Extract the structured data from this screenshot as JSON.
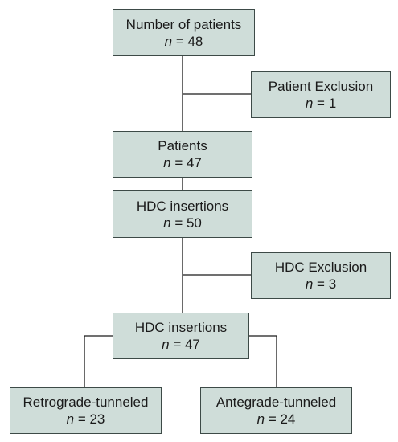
{
  "diagram": {
    "colors": {
      "box_fill": "#cfddd9",
      "box_border": "#3d4a47",
      "connector": "#1a1a1a",
      "text": "#1a1a1a"
    },
    "boxes": {
      "number_of_patients": {
        "label": "Number of patients",
        "n_symbol": "n",
        "count": "= 48"
      },
      "patient_exclusion": {
        "label": "Patient Exclusion",
        "n_symbol": "n",
        "count": "= 1"
      },
      "patients": {
        "label": "Patients",
        "n_symbol": "n",
        "count": "= 47"
      },
      "hdc_insertions_50": {
        "label": "HDC insertions",
        "n_symbol": "n",
        "count": "= 50"
      },
      "hdc_exclusion": {
        "label": "HDC Exclusion",
        "n_symbol": "n",
        "count": "= 3"
      },
      "hdc_insertions_47": {
        "label": "HDC insertions",
        "n_symbol": "n",
        "count": "= 47"
      },
      "retrograde": {
        "label": "Retrograde-tunneled",
        "n_symbol": "n",
        "count": "= 23"
      },
      "antegrade": {
        "label": "Antegrade-tunneled",
        "n_symbol": "n",
        "count": "= 24"
      }
    }
  }
}
